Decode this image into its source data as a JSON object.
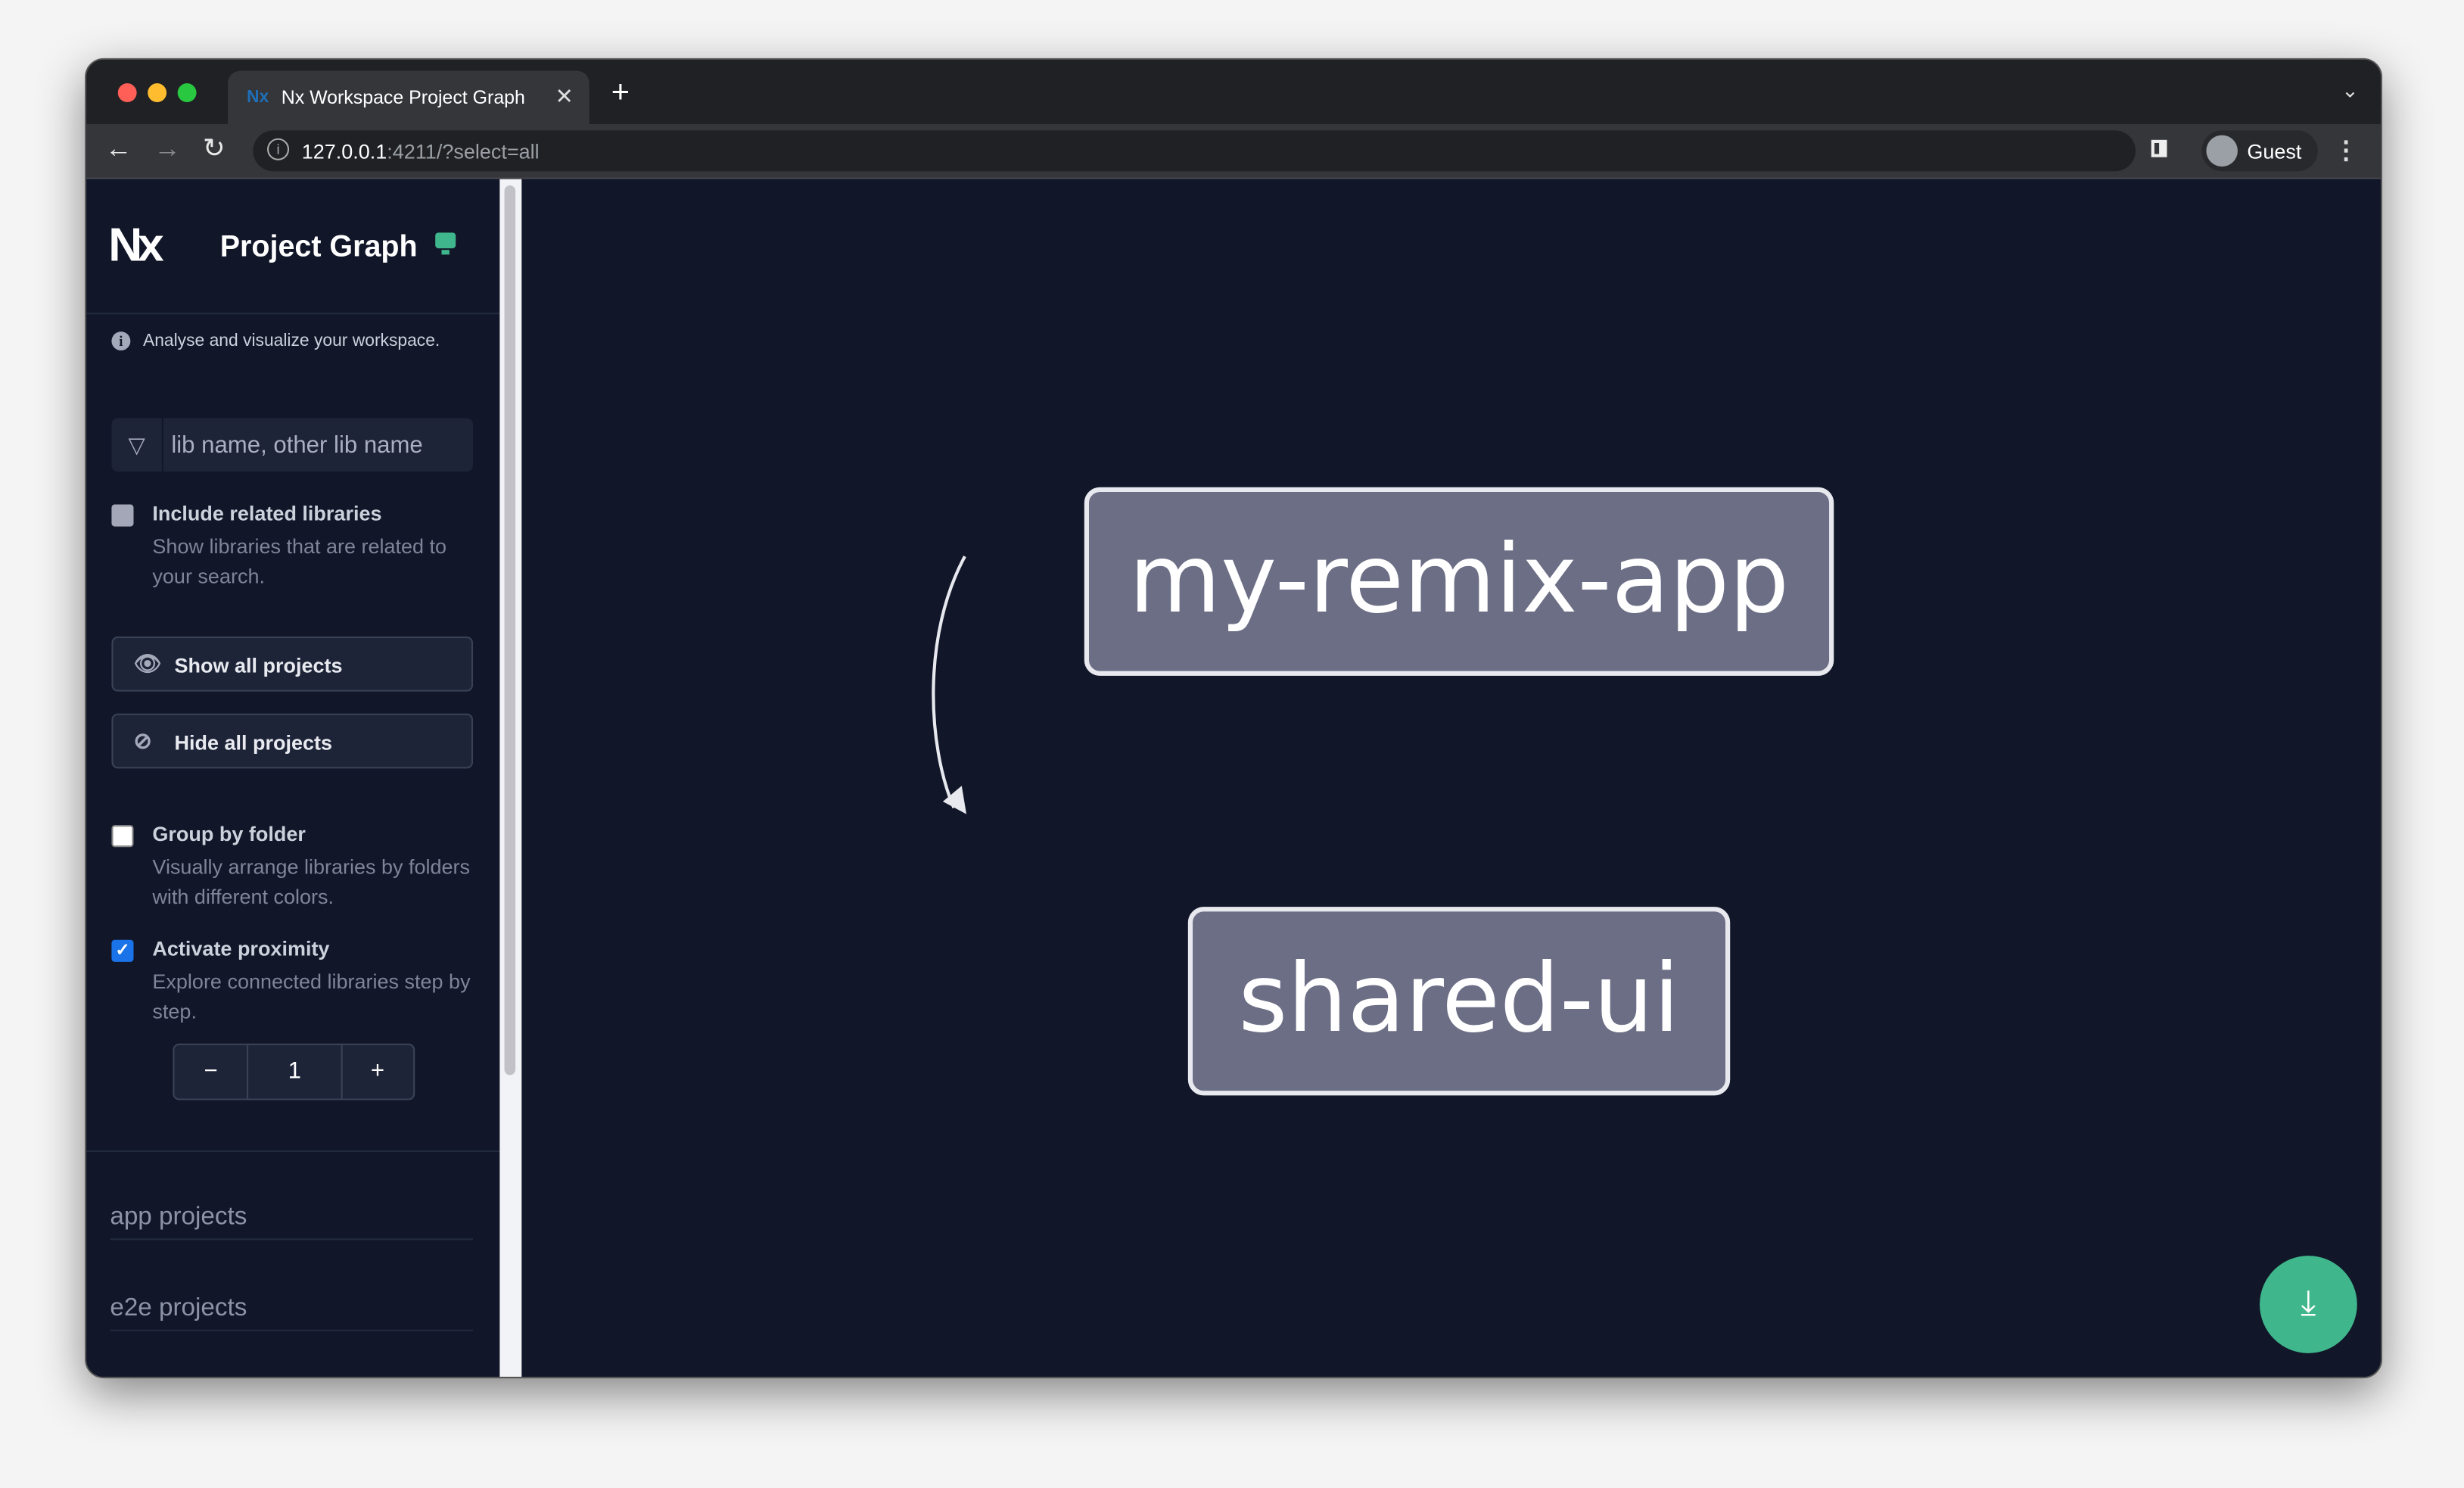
{
  "browser": {
    "tab_title": "Nx Workspace Project Graph",
    "tab_favicon": "Nx",
    "url_host": "127.0.0.1",
    "url_rest": ":4211/?select=all",
    "profile_label": "Guest"
  },
  "sidebar": {
    "logo_text": "Nx",
    "title": "Project Graph",
    "info_text": "Analyse and visualize your workspace.",
    "search_placeholder": "lib name, other lib name",
    "include_related": {
      "label": "Include related libraries",
      "description": "Show libraries that are related to your search.",
      "checked": false
    },
    "show_all_label": "Show all projects",
    "hide_all_label": "Hide all projects",
    "group_by_folder": {
      "label": "Group by folder",
      "description": "Visually arrange libraries by folders with different colors.",
      "checked": false
    },
    "activate_proximity": {
      "label": "Activate proximity",
      "description": "Explore connected libraries step by step.",
      "checked": true
    },
    "proximity_value": "1",
    "sections": [
      "app projects",
      "e2e projects"
    ]
  },
  "graph": {
    "nodes": [
      {
        "label": "my-remix-app"
      },
      {
        "label": "shared-ui"
      }
    ],
    "edges": [
      {
        "from": "my-remix-app",
        "to": "shared-ui"
      }
    ]
  },
  "colors": {
    "accent": "#3fb68b",
    "background": "#111729",
    "node": "#6c6e85",
    "checkbox": "#1a73e8"
  }
}
